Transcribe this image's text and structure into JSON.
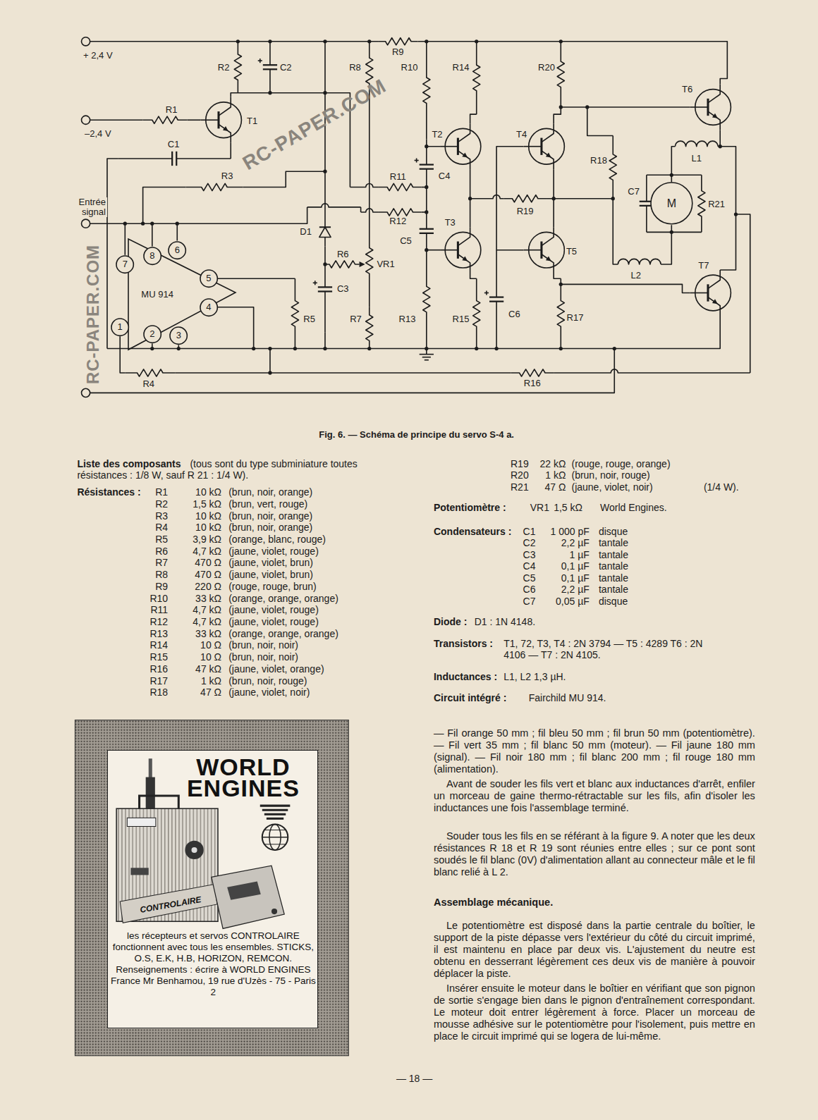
{
  "diagram": {
    "caption": "Fig. 6. — Schéma de principe du servo S-4 a.",
    "nodes": [
      {
        "text": [
          "M"
        ]
      },
      {
        "text": [
          "7"
        ]
      },
      {
        "text": [
          "8"
        ]
      },
      {
        "text": [
          "6"
        ]
      },
      {
        "text": [
          "5"
        ]
      },
      {
        "text": [
          "MU 914"
        ]
      },
      {
        "text": [
          "4"
        ]
      },
      {
        "text": [
          "1"
        ]
      },
      {
        "text": [
          "2"
        ]
      },
      {
        "text": [
          "3"
        ]
      },
      {
        "text": [
          "WORLD ENGINES",
          "CONTROLAIRE",
          "les récepteurs et servos CONTROLAIRE fonctionnent avec tous les ensembles. STICKS, O.S, E.K, H.B, HORIZON, REMCON.",
          "Renseignements : écrire à WORLD ENGINES France Mr Benhamou, 19 rue d'Uzès - 75 - Paris 2"
        ]
      }
    ],
    "labels": [
      "+ 2,4 V",
      "–2,4 V",
      "Entrée signal",
      "R2",
      "C2",
      "R1",
      "T1",
      "C1",
      "R3",
      "R8",
      "R9",
      "R10",
      "R14",
      "R20",
      "T6",
      "T2",
      "T4",
      "C4",
      "R11",
      "R18",
      "L1",
      "R12",
      "C7",
      "R21",
      "C5",
      "R19",
      "D1",
      "T3",
      "R6",
      "VR1",
      "T5",
      "L2",
      "T7",
      "C3",
      "R5",
      "R7",
      "R13",
      "R15",
      "C6",
      "R17",
      "R4",
      "R16",
      "RC-PAPER.COM",
      "RC-PAPER.COM",
      "Liste des composants",
      "(tous sont du type subminiature toutes résistances : 1/8 W, sauf R 21 : 1/4 W).",
      "Résistances :",
      "R1",
      "10 kΩ",
      "(brun, noir, orange)",
      "R2",
      "1,5 kΩ",
      "(brun, vert, rouge)",
      "R3",
      "10 kΩ",
      "(brun, noir, orange)",
      "R4",
      "10 kΩ",
      "(brun, noir, orange)",
      "R5",
      "3,9 kΩ",
      "(orange, blanc, rouge)",
      "R6",
      "4,7 kΩ",
      "(jaune, violet, rouge)",
      "R7",
      "470 Ω",
      "(jaune, violet, brun)",
      "R8",
      "470 Ω",
      "(jaune, violet, brun)",
      "R9",
      "220 Ω",
      "(rouge, rouge, brun)",
      "R10",
      "33 kΩ",
      "(orange, orange, orange)",
      "R11",
      "4,7 kΩ",
      "(jaune, violet, rouge)",
      "R12",
      "4,7 kΩ",
      "(jaune, violet, rouge)",
      "R13",
      "33 kΩ",
      "(orange, orange, orange)",
      "R14",
      "10 Ω",
      "(brun, noir, noir)",
      "R15",
      "10 Ω",
      "(brun, noir, noir)",
      "R16",
      "47 kΩ",
      "(jaune, violet, orange)",
      "R17",
      "1 kΩ",
      "(brun, noir, rouge)",
      "R18",
      "47 Ω",
      "(jaune, violet, noir)",
      "R19",
      "22 kΩ",
      "(rouge, rouge, orange)",
      "R20",
      "1 kΩ",
      "(brun, noir, rouge)",
      "R21",
      "47 Ω",
      "(jaune, violet, noir)",
      "(1/4 W).",
      "Potentiomètre :",
      "VR1",
      "1,5 kΩ",
      "World Engines.",
      "Condensateurs :",
      "C1",
      "1 000 pF",
      "disque",
      "C2",
      "2,2 µF",
      "tantale",
      "C3",
      "1 µF",
      "tantale",
      "C4",
      "0,1 µF",
      "tantale",
      "C5",
      "0,1 µF",
      "tantale",
      "C6",
      "2,2 µF",
      "tantale",
      "C7",
      "0,05 µF",
      "disque",
      "Diode :",
      "D1 : 1N 4148.",
      "Transistors :",
      "T1, 72, T3, T4 : 2N 3794 — T5 : 4289 T6 : 2N 4106 — T7 : 2N 4105.",
      "Inductances :",
      "L1, L2 1,3 µH.",
      "Circuit intégré :",
      "Fairchild MU 914.",
      "— Fil orange 50 mm ; fil bleu 50 mm ; fil brun 50 mm (potentiomètre). — Fil vert 35 mm ; fil blanc 50 mm (moteur). — Fil jaune 180 mm (signal). — Fil noir 180 mm ; fil blanc 200 mm ; fil rouge 180 mm (alimentation).",
      "Avant de souder les fils vert et blanc aux inductances d'arrêt, enfiler un morceau de gaine thermo-rétractable sur les fils, afin d'isoler les inductances une fois l'assemblage terminé.",
      "Souder tous les fils en se référant à la figure 9. A noter que les deux résistances R 18 et R 19 sont réunies entre elles ; sur ce pont sont soudés le fil blanc (0V) d'alimentation allant au connecteur mâle et le fil blanc relié à L 2.",
      "Assemblage mécanique.",
      "Le potentiomètre est disposé dans la partie centrale du boîtier, le support de la piste dépasse vers l'extérieur du côté du circuit imprimé, il est maintenu en place par deux vis. L'ajustement du neutre est obtenu en desserrant légèrement ces deux vis de manière à pouvoir déplacer la piste.",
      "Insérer ensuite le moteur dans le boîtier en vérifiant que son pignon de sortie s'engage bien dans le pignon d'entraînement correspondant. Le moteur doit entrer légèrement à force. Placer un morceau de mousse adhésive sur le potentiomètre pour l'isolement, puis mettre en place le circuit imprimé qui se logera de lui-même.",
      "— 18 —"
    ]
  }
}
